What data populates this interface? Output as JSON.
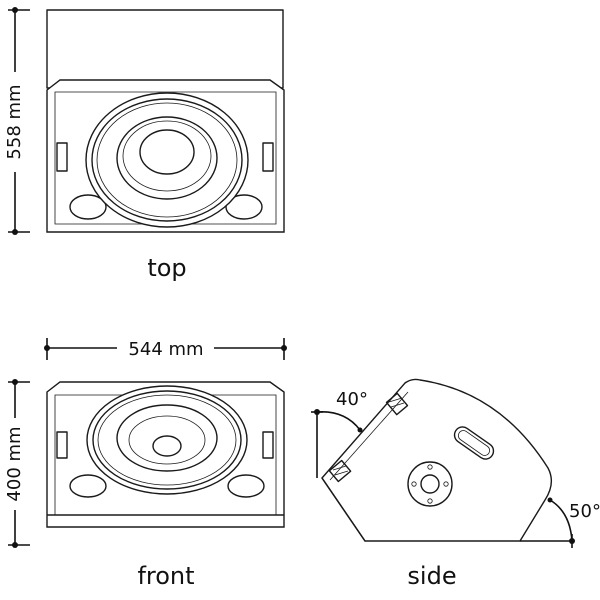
{
  "top_view": {
    "label": "top",
    "depth_dimension": "558 mm"
  },
  "front_view": {
    "label": "front",
    "width_dimension": "544 mm",
    "height_dimension": "400 mm"
  },
  "side_view": {
    "label": "side",
    "angle_upper": "40°",
    "angle_lower": "50°"
  }
}
